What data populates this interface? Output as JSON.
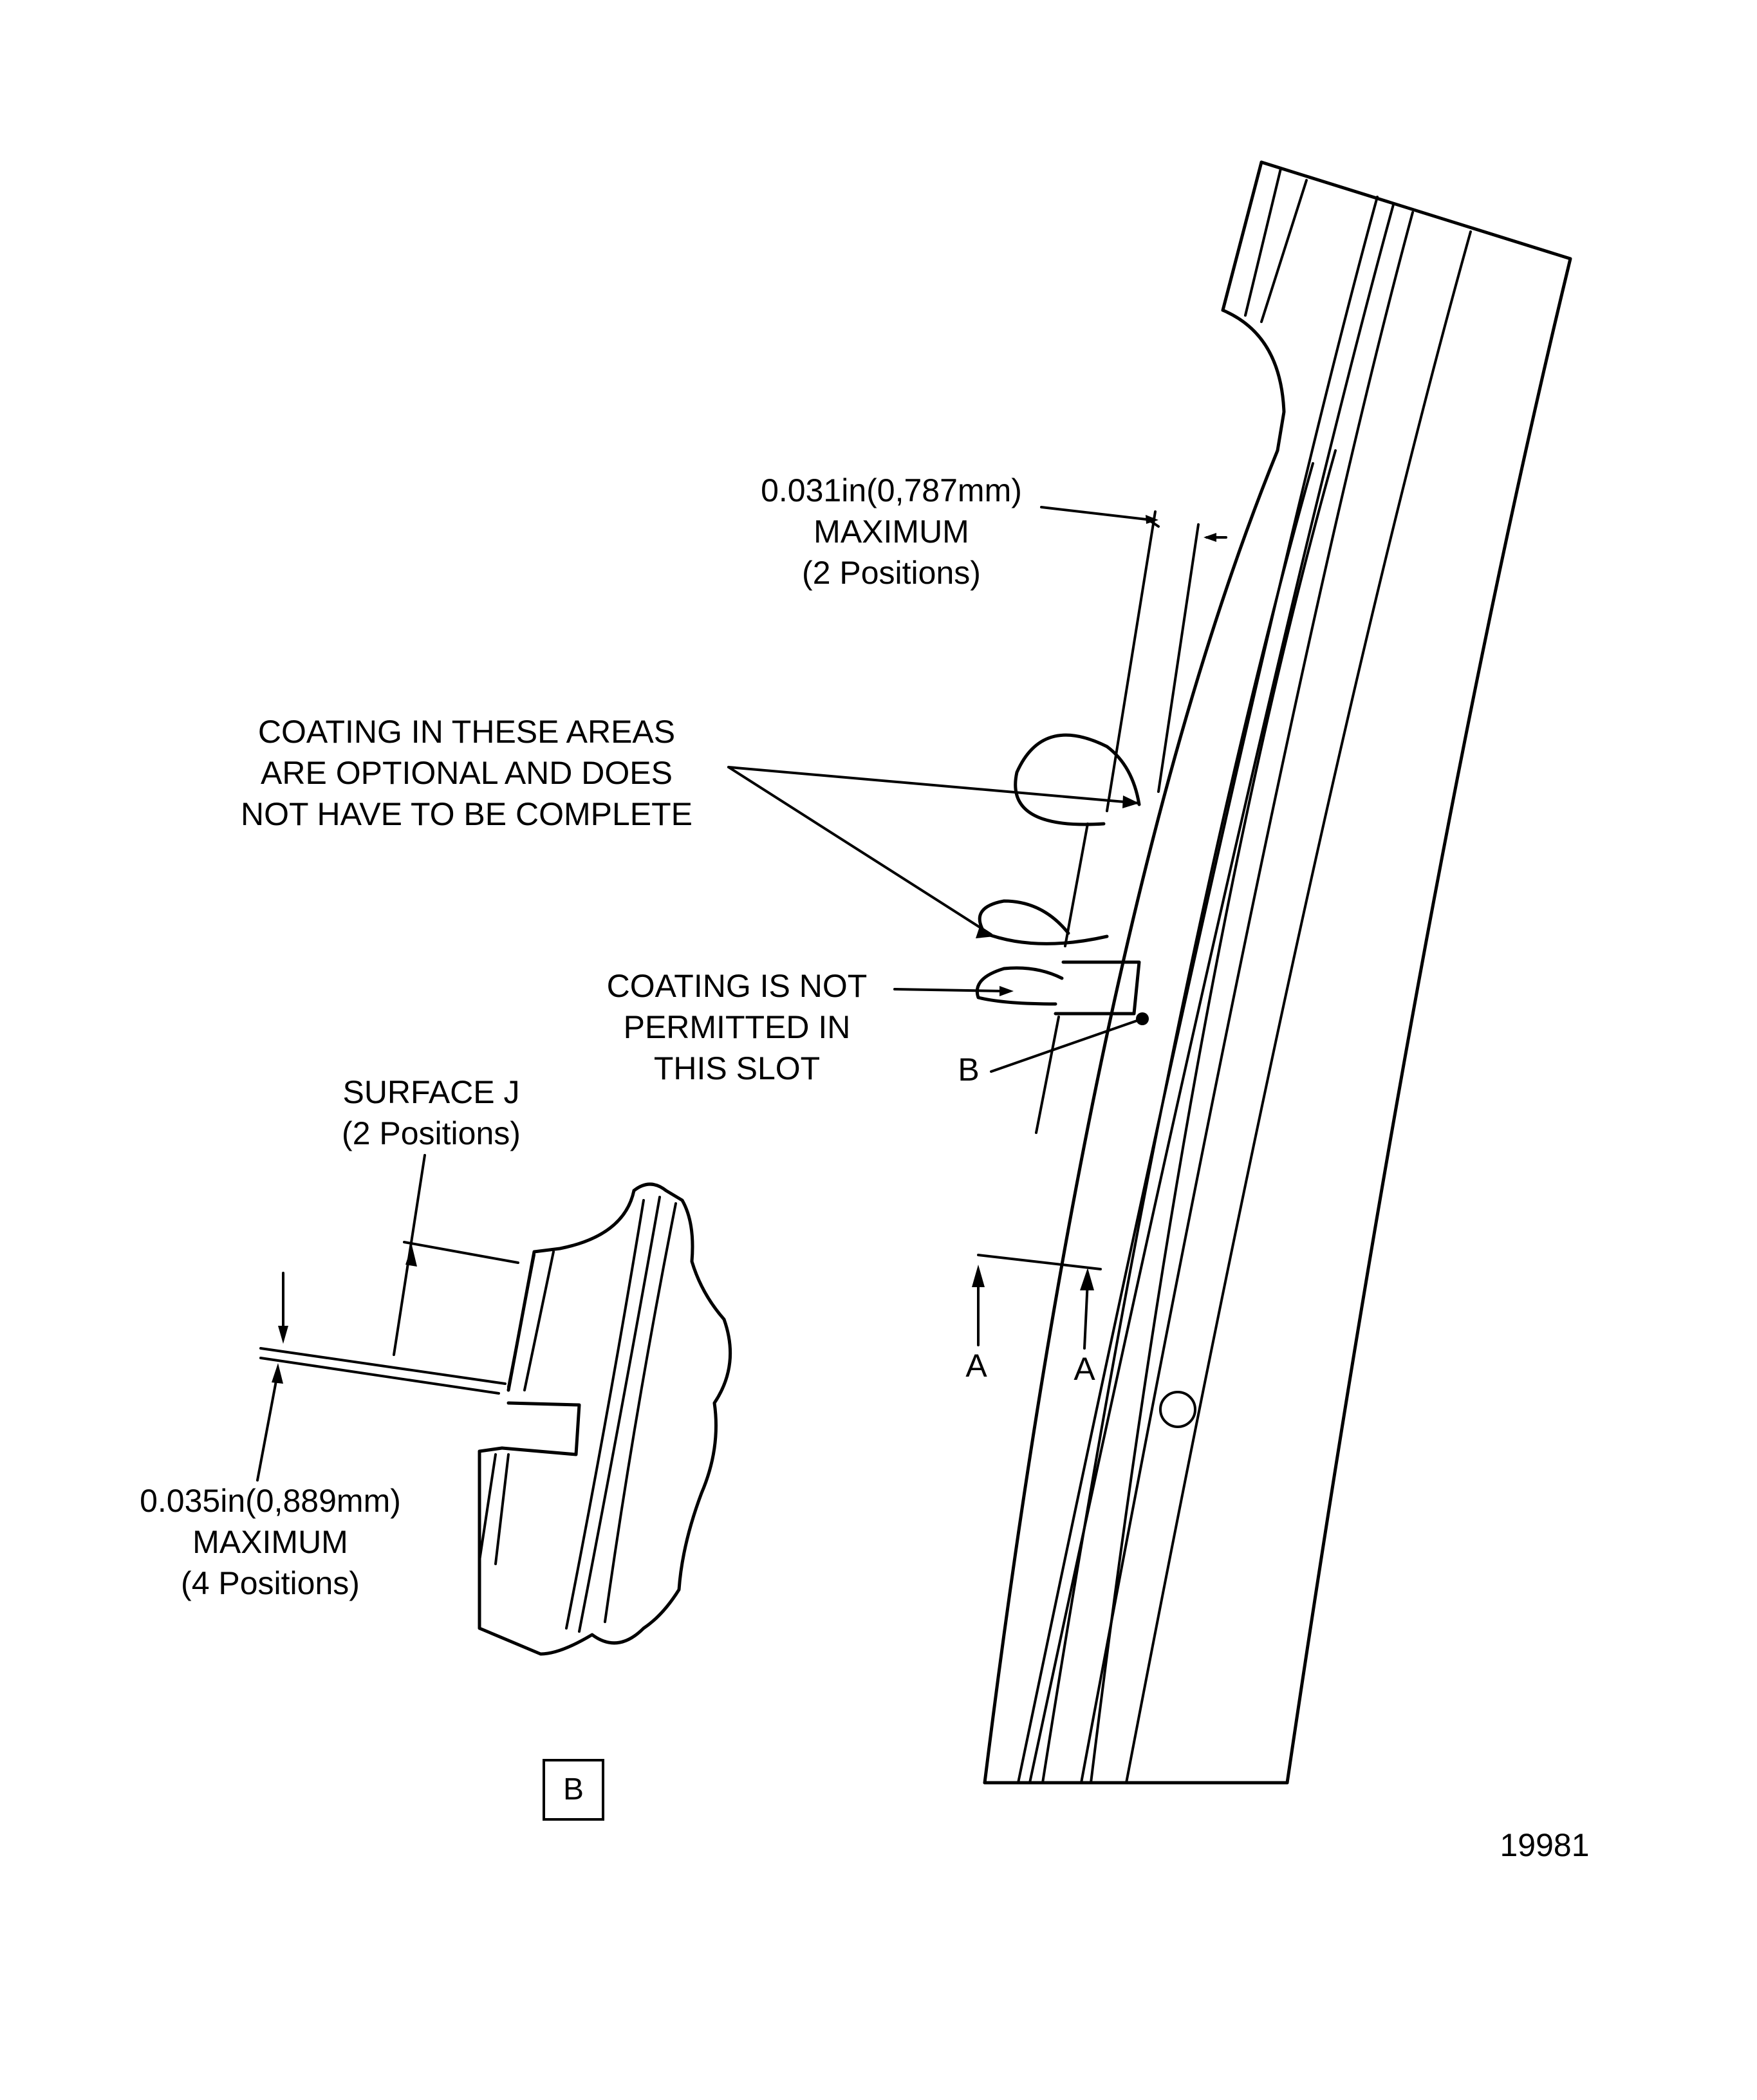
{
  "labels": {
    "dim_031": {
      "line1": "0.031in(0,787mm)",
      "line2": "MAXIMUM",
      "line3": "(2 Positions)"
    },
    "coating_optional": {
      "line1": "COATING IN THESE AREAS",
      "line2": "ARE OPTIONAL AND DOES",
      "line3": "NOT HAVE TO BE COMPLETE"
    },
    "coating_not_permitted": {
      "line1": "COATING IS NOT",
      "line2": "PERMITTED IN",
      "line3": "THIS SLOT"
    },
    "point_b": "B",
    "surface_j": {
      "line1": "SURFACE J",
      "line2": "(2 Positions)"
    },
    "dim_035": {
      "line1": "0.035in(0,889mm)",
      "line2": "MAXIMUM",
      "line3": "(4 Positions)"
    },
    "section_a_left": "A",
    "section_a_right": "A",
    "detail_b_box": "B",
    "figure_number": "19981"
  }
}
